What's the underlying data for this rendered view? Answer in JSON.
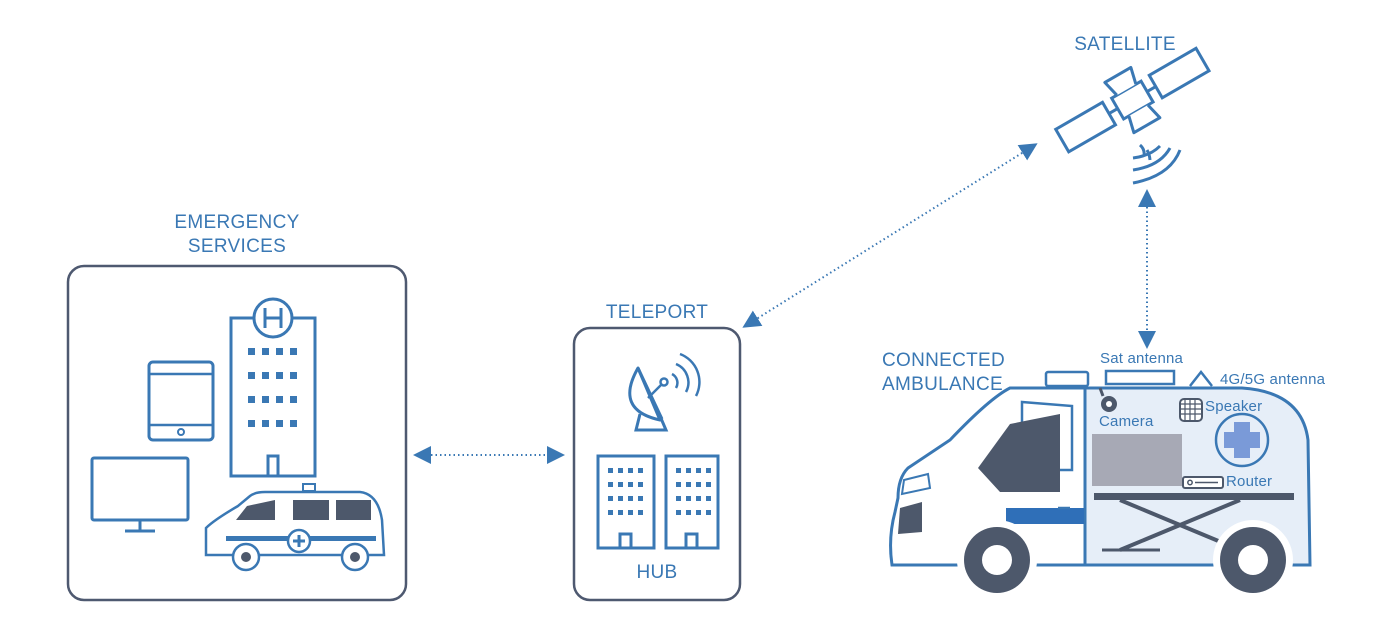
{
  "colors": {
    "blue": "#3a78b4",
    "navy": "#4e5970",
    "dark_gray": "#4d586b",
    "light_blue_fill": "#e6eef8",
    "screen_gray": "#a7a9b5",
    "cross_fill": "#7a9ad8"
  },
  "nodes": {
    "emergency": {
      "title_line1": "EMERGENCY",
      "title_line2": "SERVICES"
    },
    "teleport": {
      "title": "TELEPORT",
      "hub_label": "HUB"
    },
    "satellite": {
      "title": "SATELLITE"
    },
    "ambulance": {
      "title_line1": "CONNECTED",
      "title_line2": "AMBULANCE",
      "components": {
        "sat_antenna": "Sat antenna",
        "lte_antenna": "4G/5G antenna",
        "camera": "Camera",
        "speaker": "Speaker",
        "router": "Router"
      }
    }
  },
  "links": [
    {
      "from": "emergency",
      "to": "teleport",
      "style": "dotted",
      "direction": "bidirectional"
    },
    {
      "from": "teleport",
      "to": "satellite",
      "style": "dotted",
      "direction": "bidirectional"
    },
    {
      "from": "satellite",
      "to": "ambulance",
      "style": "dotted",
      "direction": "bidirectional"
    }
  ],
  "icons": [
    "hospital-building-icon",
    "tablet-icon",
    "monitor-icon",
    "small-ambulance-icon",
    "satellite-dish-icon",
    "office-buildings-icon",
    "satellite-icon",
    "signal-waves-icon",
    "camera-icon",
    "speaker-icon",
    "router-icon",
    "medical-cross-icon",
    "stretcher-icon"
  ]
}
